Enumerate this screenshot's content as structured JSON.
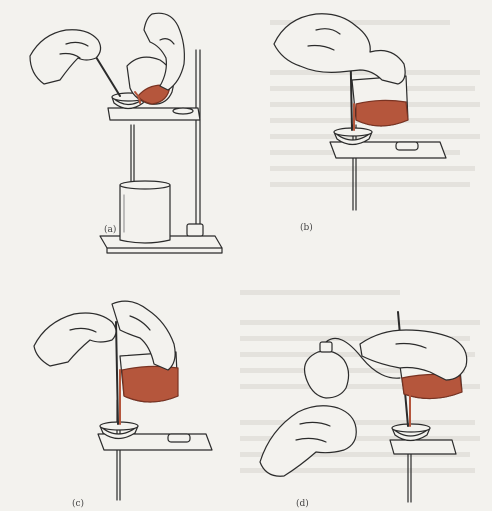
{
  "figure": {
    "panels": [
      {
        "id": "a",
        "label": "(a)"
      },
      {
        "id": "b",
        "label": "(b)"
      },
      {
        "id": "c",
        "label": "(c)"
      },
      {
        "id": "d",
        "label": "(d)"
      }
    ]
  },
  "colors": {
    "liquid": "#b5563c",
    "ink": "#2b2b2b",
    "paper": "#f3f2ee",
    "bleed_text": "#e3e1dc"
  }
}
